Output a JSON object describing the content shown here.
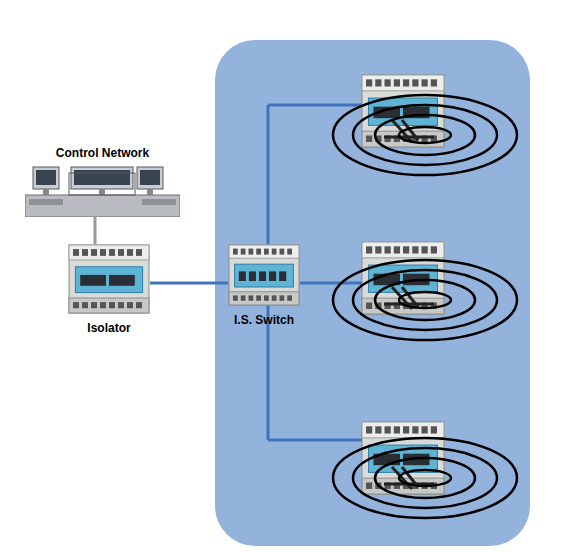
{
  "diagram": {
    "nodes": [
      {
        "text": [
          "Control Network"
        ]
      },
      {
        "text": [
          "Isolator"
        ]
      },
      {
        "text": [
          "I.S. Switch"
        ]
      }
    ],
    "edges": [
      {
        "from": 0,
        "to": 1,
        "arrow": "none"
      },
      {
        "from": 1,
        "to": 2,
        "arrow": "none"
      }
    ]
  }
}
